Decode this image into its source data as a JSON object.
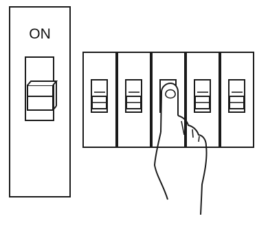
{
  "main_switch": {
    "label": "ON",
    "state": "on"
  },
  "breakers": [
    {
      "position": 1,
      "state": "off",
      "touched": false
    },
    {
      "position": 2,
      "state": "off",
      "touched": false
    },
    {
      "position": 3,
      "state": "off",
      "touched": true
    },
    {
      "position": 4,
      "state": "off",
      "touched": false
    },
    {
      "position": 5,
      "state": "off",
      "touched": false
    }
  ],
  "colors": {
    "line": "#1a1a1a",
    "background": "#ffffff"
  }
}
